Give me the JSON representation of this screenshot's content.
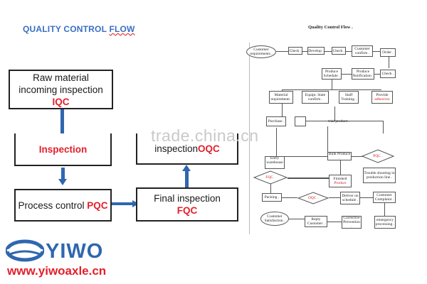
{
  "main": {
    "title_part1": "QUALITY CONTROL ",
    "title_part2": "FLOW"
  },
  "boxes": {
    "raw_material": {
      "line1": "Raw material",
      "line2": "incoming inspection",
      "code": "IQC"
    },
    "inspection": {
      "label": "Inspection"
    },
    "outgoing": {
      "text": "inspection ",
      "code": "OQC"
    },
    "process": {
      "text": "Process control ",
      "code": "PQC"
    },
    "final": {
      "line1": "Final inspection",
      "code": "FQC"
    }
  },
  "watermark": "trade.china.cn",
  "logo": {
    "name": "YIWO",
    "url": "www.yiwoaxle.cn"
  },
  "mini_flow": {
    "title": "Quality Control Flow .",
    "nodes": {
      "customer_requirements": "Customer requirements .",
      "check1": "Check .",
      "develop": "Develop .",
      "check2": "Check .",
      "customer_confirm": "Customer confirm .",
      "order": "Order .",
      "produce_schedule": "Produce Schedule .",
      "produce_notification": "Produce Notification .",
      "check3": "Check .",
      "material_requirement": "Material requirement .",
      "equipment_confirm": "Equipt. State confirm .",
      "staff_training": "Staff Training .",
      "provide_prefix": "Provide",
      "provide_red": "adhesives",
      "purchase": "Purchase .",
      "trial_product": "trial product .",
      "entry_warehouse": "Entry warehouse .",
      "bulk_produce": "Bulk Produce .",
      "pqc1": "PQC .",
      "trouble_shooting": "Trouble shooting in production line .",
      "fqc": "FQC .",
      "finished_prefix": "Finished",
      "finished_red": "Product",
      "packing": "Packing .",
      "oqc": "OQC .",
      "deliver": "Deliver on schedule .",
      "customer_complaint": "Customer Complaint .",
      "emergency": "emergency processing .",
      "customer_satisfaction": "Customer Satisfaction .",
      "reply_customer": "Reply Customer .",
      "corrective": "Corrective Prevention ."
    }
  },
  "colors": {
    "accent_blue": "#2f66b0",
    "code_red": "#e3202b",
    "title_blue": "#3a6fc4"
  }
}
